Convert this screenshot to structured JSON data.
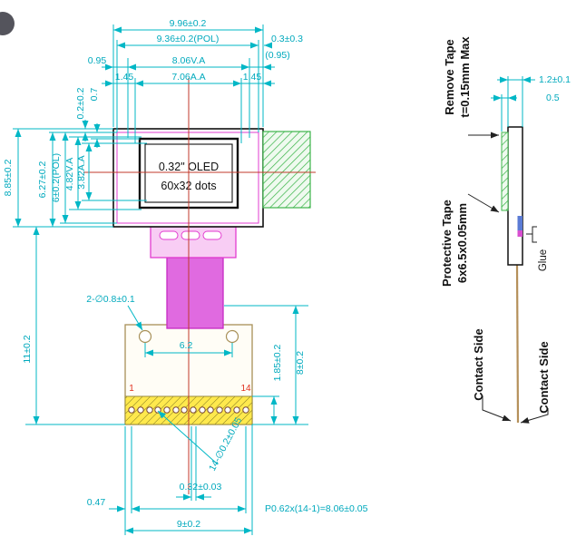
{
  "front": {
    "display": {
      "line1": "0.32\" OLED",
      "line2": "60x32 dots"
    },
    "pins": {
      "first": "1",
      "last": "14"
    },
    "dims": {
      "total_width": "9.96±0.2",
      "pol_width": "9.36±0.2(POL)",
      "pol_offset": "0.3±0.3",
      "va_margin_left": "0.95",
      "va_width": "8.06V.A",
      "va_margin_right": "(0.95)",
      "aa_margin_left": "1.45",
      "aa_width": "7.06A.A",
      "aa_margin_right": "1.45",
      "top_offset": "0.2±0.2",
      "top_gap": "0.7",
      "total_height": "8.85±0.2",
      "glass_height": "6.27±0.2",
      "pol_height": "6±0.2(POL)",
      "va_height": "4.82V.A",
      "aa_height": "3.82A.A",
      "fpc_length": "11±0.2",
      "mount_holes": "2-∅0.8±0.1",
      "hole_spacing": "6.2",
      "contact_height": "1.85±0.2",
      "fpc_end_height": "8±0.2",
      "pin_holes": "14-∅0.2±0.05",
      "pin_width": "0.32±0.03",
      "pin_edge_margin": "0.47",
      "pin_pitch": "P0.62x(14-1)=8.06±0.05",
      "bottom_width": "9±0.2"
    }
  },
  "side": {
    "labels": {
      "remove_tape_line1": "Remove Tape",
      "remove_tape_line2": "t=0.15mm Max",
      "protective_tape_line1": "Protective Tape",
      "protective_tape_line2": "6x6.5x0.05mm",
      "glue": "Glue",
      "contact_side_left": "Contact Side",
      "contact_side_right": "Contact Side"
    },
    "dims": {
      "panel_thickness": "1.2±0.1",
      "tape_step": "0.5"
    }
  },
  "colors": {
    "dimension": "#00b7c6",
    "centerline": "#c0392b",
    "tape_green": "#3cb54a",
    "fpc_magenta": "#e23cd0",
    "connector_yellow": "#ffe94d"
  }
}
